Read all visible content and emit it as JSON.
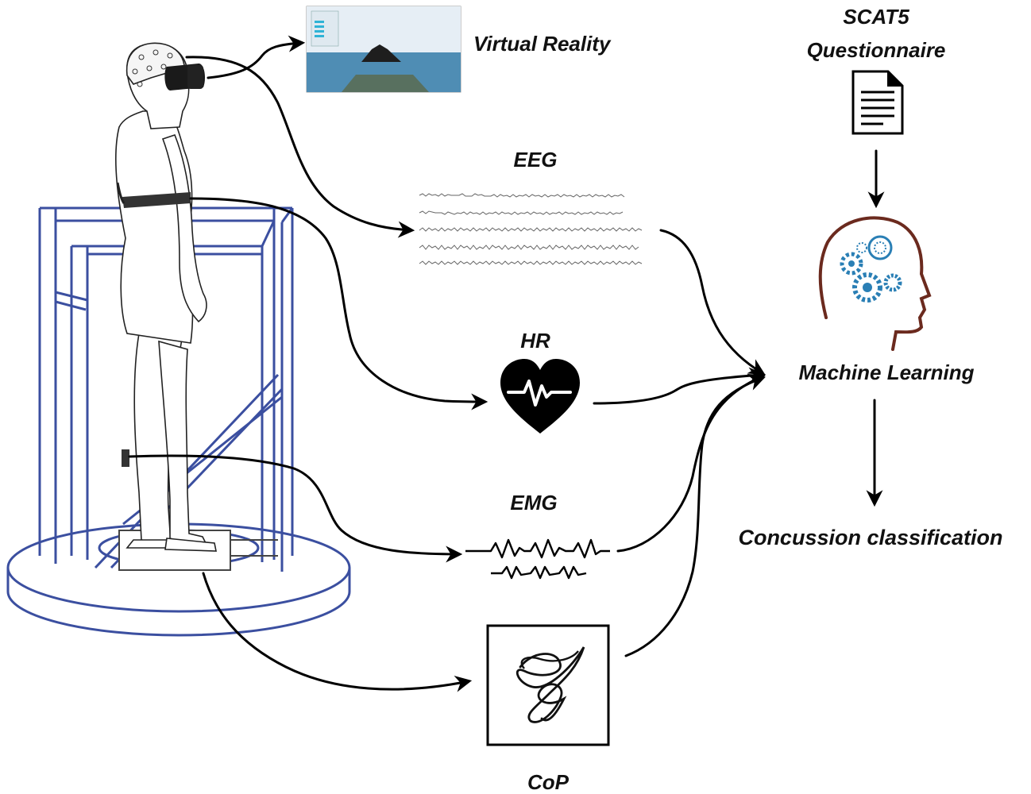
{
  "labels": {
    "virtual_reality": "Virtual Reality",
    "scat5_line1": "SCAT5",
    "scat5_line2": "Questionnaire",
    "eeg": "EEG",
    "hr": "HR",
    "emg": "EMG",
    "cop": "CoP",
    "machine_learning": "Machine Learning",
    "concussion_classification": "Concussion classification"
  },
  "icons": {
    "headset": "vr-headset-eeg-cap-icon",
    "vr_screen": "virtual-reality-screen-icon",
    "document": "document-icon",
    "heart": "heart-ecg-icon",
    "head_gears": "head-gears-icon",
    "cop_trace": "cop-trace-icon"
  },
  "colors": {
    "frame": "#3b4fa0",
    "arrow": "#000000",
    "gears": "#2a7fb5",
    "head_outline": "#6b2a1e"
  }
}
